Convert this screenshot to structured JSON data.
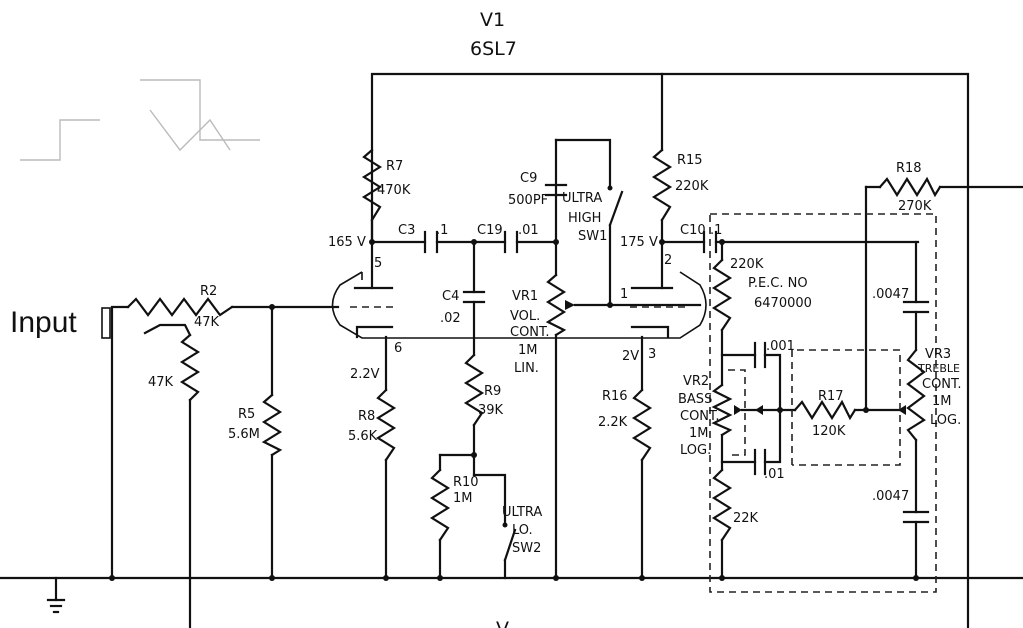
{
  "tube": {
    "name": "V1",
    "type": "6SL7"
  },
  "input_label": "Input",
  "components": {
    "r2": {
      "name": "R2",
      "value": "47K"
    },
    "r_in": {
      "value": "47K"
    },
    "r5": {
      "name": "R5",
      "value": "5.6M"
    },
    "r7": {
      "name": "R7",
      "value": "470K"
    },
    "r8": {
      "name": "R8",
      "value": "5.6K"
    },
    "r9": {
      "name": "R9",
      "value": "39K"
    },
    "r10": {
      "name": "R10",
      "value": "1M"
    },
    "r15": {
      "name": "R15",
      "value": "220K"
    },
    "r16": {
      "name": "R16",
      "value": "2.2K"
    },
    "r17": {
      "name": "R17",
      "value": "120K"
    },
    "r18": {
      "name": "R18",
      "value": "270K"
    },
    "r_220k": {
      "value": "220K"
    },
    "r_22k": {
      "value": "22K"
    },
    "c3": {
      "name": "C3",
      "value": ".1"
    },
    "c19": {
      "name": "C19",
      "value": ".01"
    },
    "c4": {
      "name": "C4",
      "value": ".02"
    },
    "c9": {
      "name": "C9",
      "value": "500PF"
    },
    "c10": {
      "name": "C10",
      "value": ".1"
    },
    "c_001": {
      "value": ".001"
    },
    "c_01": {
      "value": ".01"
    },
    "c_0047a": {
      "value": ".0047"
    },
    "c_0047b": {
      "value": ".0047"
    },
    "vr1": {
      "name": "VR1",
      "l1": "VOL.",
      "l2": "CONT.",
      "l3": "1M",
      "l4": "LIN."
    },
    "vr2": {
      "name": "VR2",
      "l1": "BASS",
      "l2": "CONT.",
      "l3": "1M",
      "l4": "LOG."
    },
    "vr3": {
      "name": "VR3",
      "l1": "TREBLE",
      "l2": "CONT.",
      "l3": "1M",
      "l4": "LOG."
    },
    "sw1": {
      "l1": "ULTRA",
      "l2": "HIGH",
      "l3": "SW1"
    },
    "sw2": {
      "l1": "ULTRA",
      "l2": "LO.",
      "l3": "SW2"
    },
    "pec": {
      "l1": "P.E.C. NO",
      "l2": "6470000"
    }
  },
  "pins": {
    "p5": "5",
    "p6": "6",
    "p2": "2",
    "p3": "3",
    "p1": "1"
  },
  "voltages": {
    "v165": "165 V",
    "v22": "2.2V",
    "v175": "175 V",
    "v2": "2V"
  },
  "bottom_partial": "V"
}
